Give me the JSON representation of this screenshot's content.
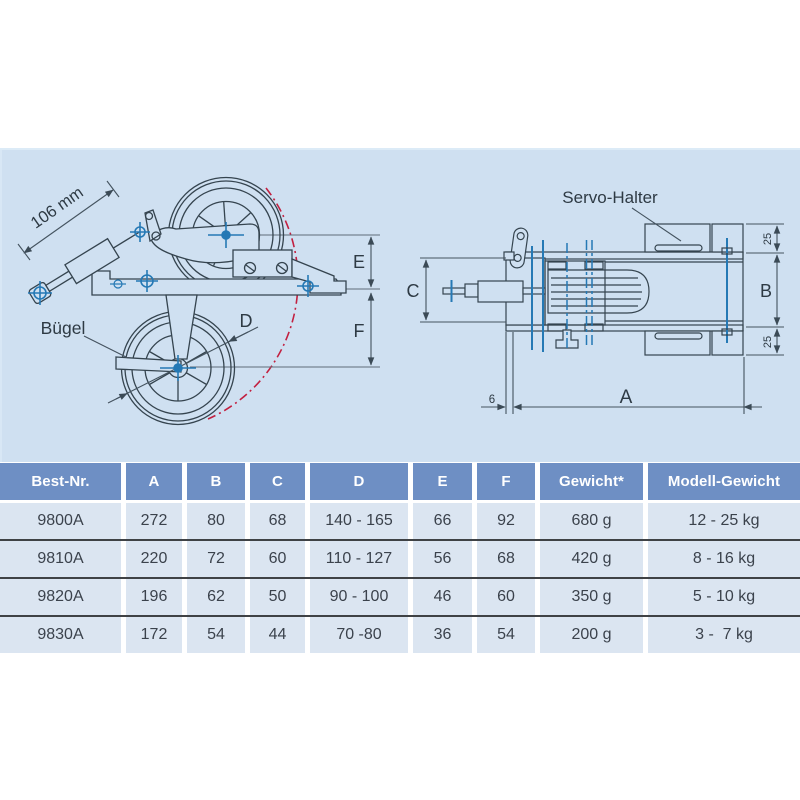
{
  "diagram": {
    "side_view": {
      "dim_106": "106 mm",
      "buegel_label": "Bügel",
      "dim_d": "D",
      "dim_e": "E",
      "dim_f": "F"
    },
    "top_view": {
      "servo_label": "Servo-Halter",
      "dim_c": "C",
      "dim_b": "B",
      "dim_a": "A",
      "dim_25_top": "25",
      "dim_25_bottom": "25",
      "dim_6": "6"
    },
    "colors": {
      "panel_background": "#cfe0f1",
      "drawing_stroke": "#35444f",
      "centerline_blue": "#2579b5",
      "retract_arc_red": "#c22040"
    }
  },
  "table": {
    "colors": {
      "header_background": "#6e8fc4",
      "header_text": "#ffffff",
      "row_background": "#dbe5f1",
      "separator": "#3f4245"
    },
    "headers": [
      "Best-Nr.",
      "A",
      "B",
      "C",
      "D",
      "E",
      "F",
      "Gewicht*",
      "Modell-Gewicht"
    ],
    "rows": [
      [
        "9800A",
        "272",
        "80",
        "68",
        "140 - 165",
        "66",
        "92",
        "680 g",
        "12 - 25 kg"
      ],
      [
        "9810A",
        "220",
        "72",
        "60",
        "110 - 127",
        "56",
        "68",
        "420 g",
        "8 - 16 kg"
      ],
      [
        "9820A",
        "196",
        "62",
        "50",
        "90 - 100",
        "46",
        "60",
        "350 g",
        "5 - 10 kg"
      ],
      [
        "9830A",
        "172",
        "54",
        "44",
        "70 -80",
        "36",
        "54",
        "200 g",
        "3 -  7 kg"
      ]
    ]
  }
}
